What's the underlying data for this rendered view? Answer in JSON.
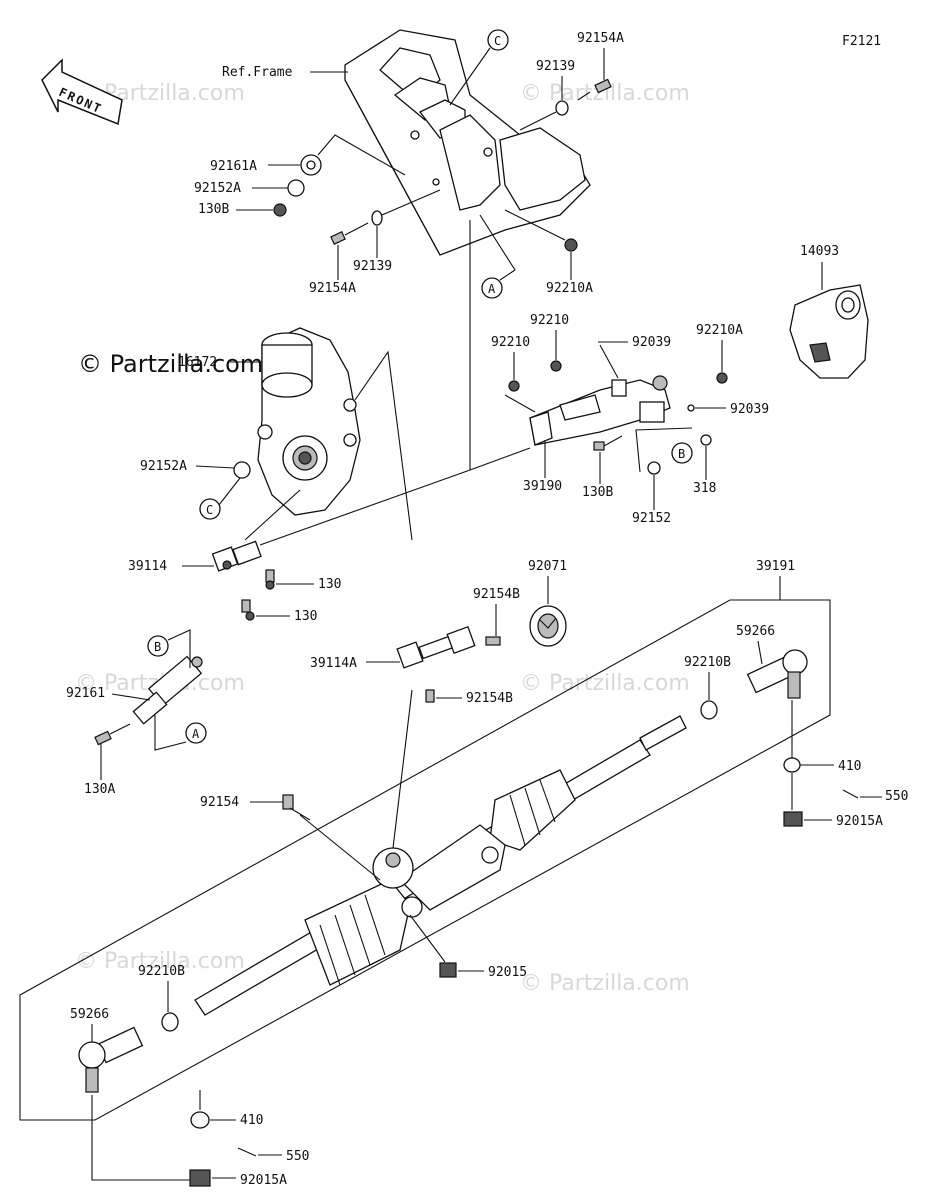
{
  "diagram": {
    "code": "F2121",
    "front_label": "FRONT",
    "copyright": "© Partzilla.com",
    "watermark": "© Partzilla.com",
    "ref_frame": "Ref.Frame"
  },
  "labels": {
    "p92154A_top": "92154A",
    "p92139_top": "92139",
    "p92161A": "92161A",
    "p92152A_top": "92152A",
    "p130B_top": "130B",
    "p92139_bot": "92139",
    "p92154A_bot": "92154A",
    "p92210A_top": "92210A",
    "p14093": "14093",
    "p16172": "16172",
    "p92210_a": "92210",
    "p92210_b": "92210",
    "p92039_a": "92039",
    "p92210A_mid": "92210A",
    "p92039_b": "92039",
    "p92152A_mid": "92152A",
    "p39190": "39190",
    "p130B_mid": "130B",
    "p318": "318",
    "p92152": "92152",
    "p39114": "39114",
    "p130_a": "130",
    "p130_b": "130",
    "p92071": "92071",
    "p39191": "39191",
    "p92154B_a": "92154B",
    "p39114A": "39114A",
    "p92154B_b": "92154B",
    "p59266_r": "59266",
    "p92210B_r": "92210B",
    "p92161": "92161",
    "p130A": "130A",
    "p410_r": "410",
    "p550_r": "550",
    "p92015A_r": "92015A",
    "p92154": "92154",
    "p92015": "92015",
    "p92210B_l": "92210B",
    "p59266_l": "59266",
    "p410_l": "410",
    "p550_l": "550",
    "p92015A_l": "92015A"
  },
  "callouts": {
    "A1": "A",
    "A2": "A",
    "B1": "B",
    "B2": "B",
    "C1": "C",
    "C2": "C"
  }
}
